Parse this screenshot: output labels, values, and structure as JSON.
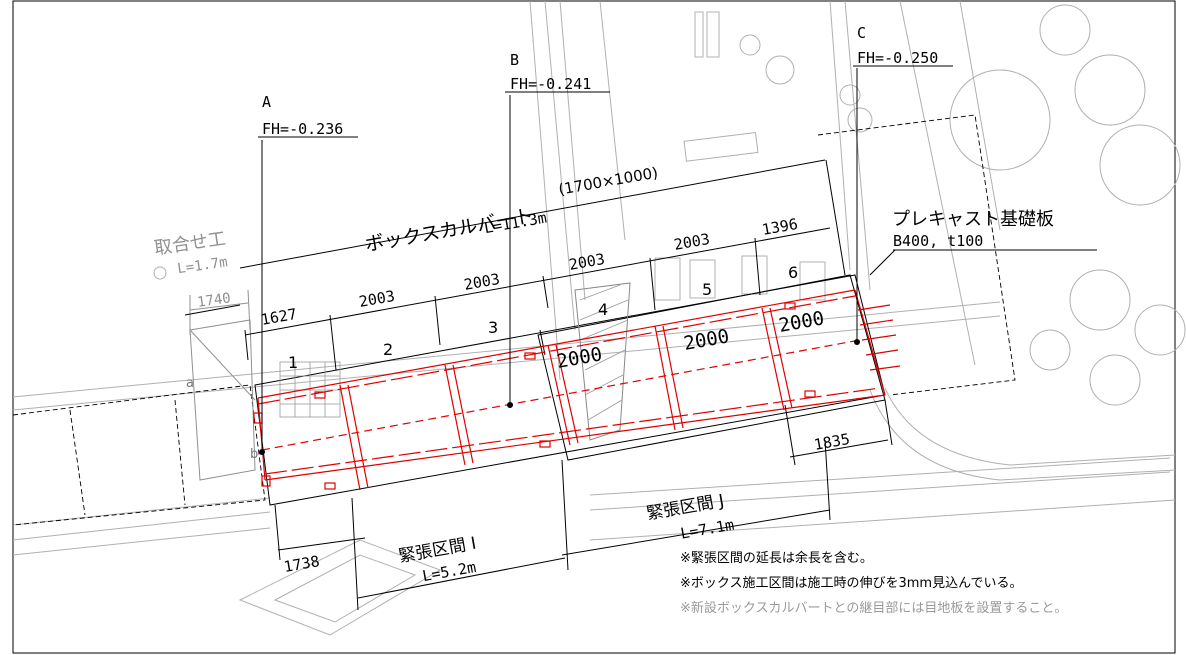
{
  "points": {
    "a": {
      "name": "A",
      "fh": "FH=-0.236"
    },
    "b": {
      "name": "B",
      "fh": "FH=-0.241"
    },
    "c": {
      "name": "C",
      "fh": "FH=-0.250"
    }
  },
  "culvert": {
    "title": "ボックスカルバート",
    "size": "(1700×1000)",
    "length": "L=11.3m"
  },
  "approach": {
    "title": "取合せ工",
    "length": "L=1.7m",
    "dim": "1740"
  },
  "precast": {
    "title": "プレキャスト基礎板",
    "spec": "B400, t100"
  },
  "segments": [
    {
      "no": "1",
      "length": "1627"
    },
    {
      "no": "2",
      "length": "2003"
    },
    {
      "no": "3",
      "length": "2003"
    },
    {
      "no": "4",
      "length": "2003"
    },
    {
      "no": "5",
      "length": "2003"
    },
    {
      "no": "6",
      "length": "1396"
    }
  ],
  "bottom_widths": [
    "2000",
    "2000",
    "2000"
  ],
  "tension_i": {
    "title": "緊張区間 I",
    "length": "L=5.2m",
    "dim": "1738"
  },
  "tension_j": {
    "title": "緊張区間 J",
    "length": "L=7.1m",
    "dim": "1835"
  },
  "section_marks": {
    "a": "a",
    "b": "b"
  },
  "notes": [
    "※緊張区間の延長は余長を含む。",
    "※ボックス施工区間は施工時の伸びを3mm見込んでいる。",
    "※新設ボックスカルバートとの継目部には目地板を設置すること。"
  ],
  "colors": {
    "line": "#000000",
    "red": "#e00000",
    "gray": "#a8a8a8",
    "note_gray": "#9a9a9a"
  }
}
